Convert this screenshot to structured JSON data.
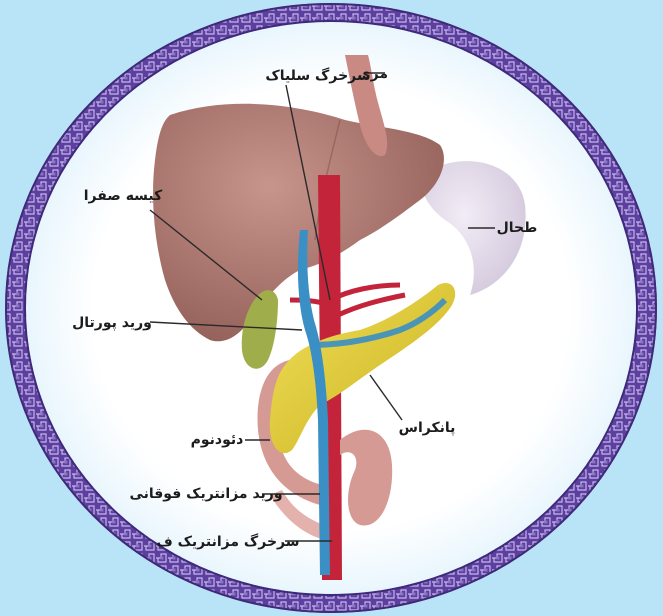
{
  "colors": {
    "background": "#b9e3f7",
    "frame": "#5c3f9e",
    "frame_pattern": "#8a72c4",
    "liver": "#b07c74",
    "pancreas": "#e8d23a",
    "artery": "#c4243a",
    "vein": "#3a8fc4",
    "gallbladder": "#9fae4a",
    "duodenum": "#d69a94",
    "spleen": "#d9cfe0"
  },
  "labels": {
    "esophagus": "مری",
    "celiac_artery": "سرخرگ سلیاک",
    "gallbladder": "کیسه صفرا",
    "spleen": "طحال",
    "portal_vein": "ورید پورتال",
    "duodenum": "دئودنوم",
    "pancreas": "پانکراس",
    "superior_mesenteric_vein": "ورید مزانتریک فوقانی",
    "superior_mesenteric_artery": "سرخرگ مزانتریک ف"
  }
}
